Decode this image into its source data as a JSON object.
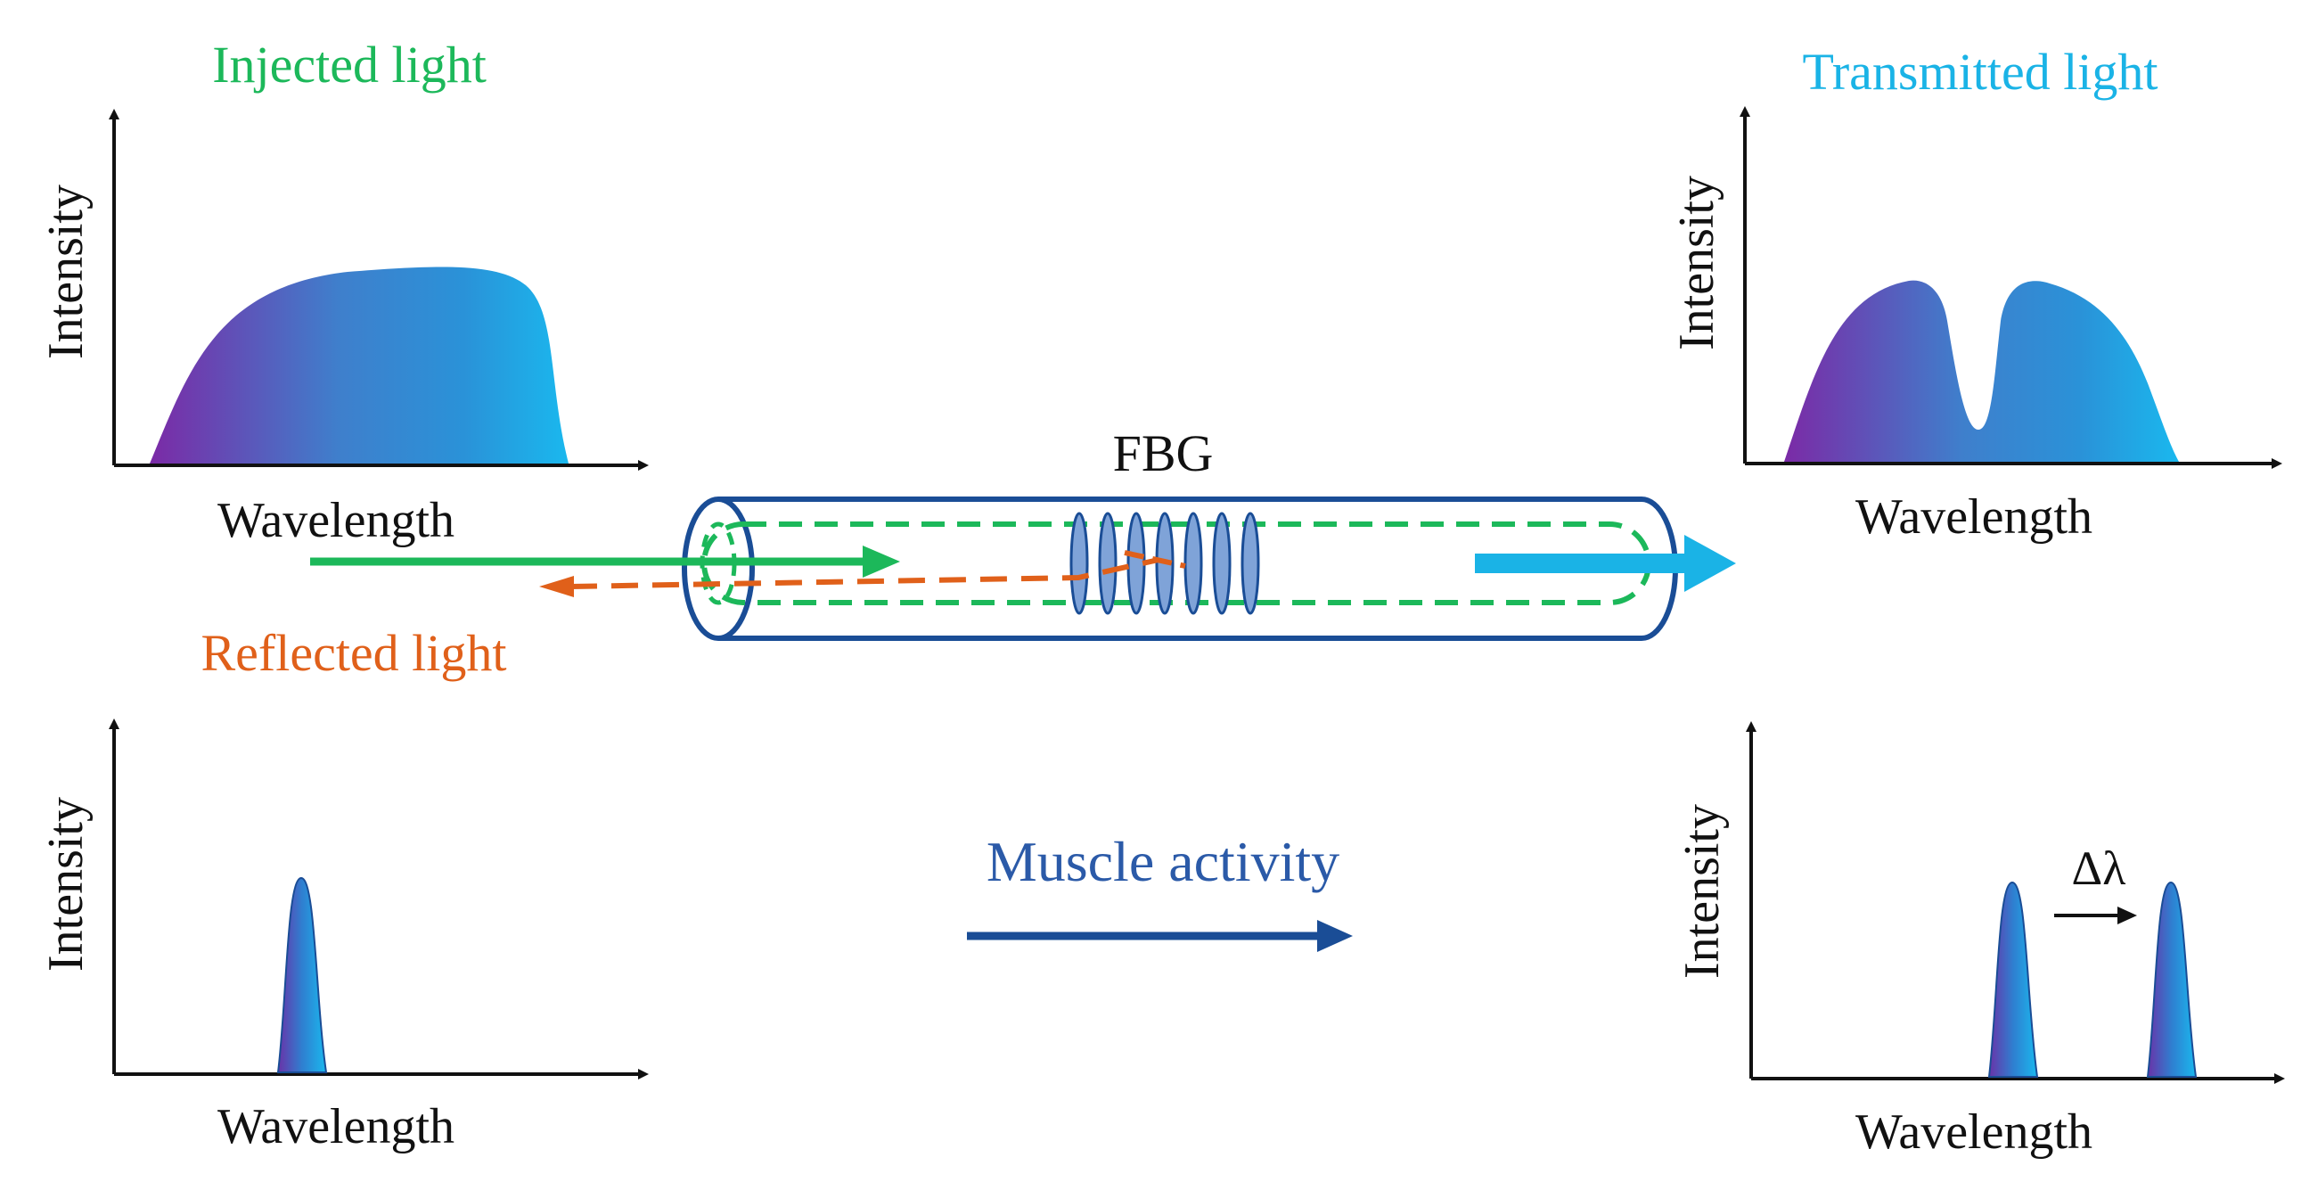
{
  "labels": {
    "injected": "Injected light",
    "transmitted": "Transmitted light",
    "reflected": "Reflected light",
    "fbg": "FBG",
    "muscle": "Muscle activity",
    "delta": "Δλ"
  },
  "axes": {
    "intensity": "Intensity",
    "wavelength": "Wavelength"
  },
  "colors": {
    "injected": "#1cb85a",
    "transmitted": "#1ab3e6",
    "reflected": "#e0601a",
    "fiber": "#1a4d96",
    "muscle": "#2b5aa8",
    "grating": "#7fa3d8",
    "axis": "#111111",
    "gradient_start": "#7b2aa6",
    "gradient_mid": "#2a88d0",
    "gradient_end": "#1ab8ee"
  }
}
